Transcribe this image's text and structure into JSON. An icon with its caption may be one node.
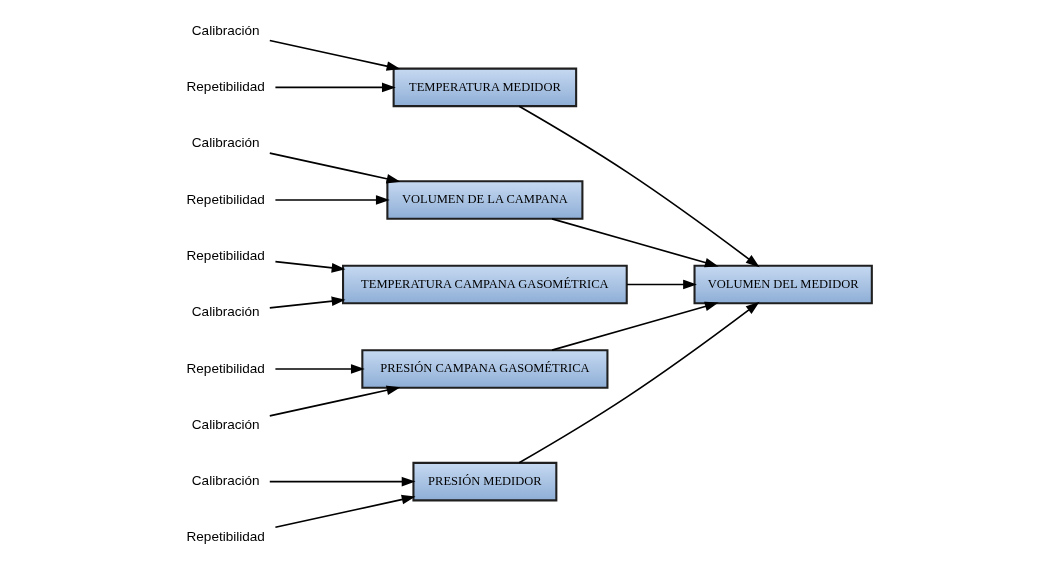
{
  "diagram": {
    "nodes": [
      {
        "text": [
          "PRESIÓN MEDIDOR"
        ]
      },
      {
        "text": [
          "TEMPERATURA MEDIDOR"
        ]
      },
      {
        "text": [
          "VOLUMEN DE LA CAMPANA"
        ]
      },
      {
        "text": [
          "VOLUMEN DEL MEDIDOR"
        ]
      },
      {
        "text": [
          "TEMPERATURA CAMPANA GASOMÉTRICA"
        ]
      },
      {
        "text": [
          "PRESIÓN CAMPANA GASOMÉTRICA"
        ]
      },
      {
        "text": [
          "Calibración"
        ]
      },
      {
        "text": [
          "Repetibilidad"
        ]
      },
      {
        "text": [
          "Calibración"
        ]
      },
      {
        "text": [
          "Repetibilidad"
        ]
      },
      {
        "text": [
          "Calibración"
        ]
      },
      {
        "text": [
          "Repetibilidad"
        ]
      },
      {
        "text": [
          "Repetibilidad"
        ]
      },
      {
        "text": [
          "Calibración"
        ]
      },
      {
        "text": [
          "Repetibilidad"
        ]
      },
      {
        "text": [
          "Calibración"
        ]
      }
    ],
    "edges": [
      {
        "from": 0,
        "to": 3,
        "arrow": "to"
      },
      {
        "from": 1,
        "to": 3,
        "arrow": "to"
      },
      {
        "from": 2,
        "to": 3,
        "arrow": "to"
      },
      {
        "from": 4,
        "to": 3,
        "arrow": "to"
      },
      {
        "from": 5,
        "to": 3,
        "arrow": "to"
      },
      {
        "from": 6,
        "to": 0,
        "arrow": "to"
      },
      {
        "from": 7,
        "to": 0,
        "arrow": "to"
      },
      {
        "from": 8,
        "to": 1,
        "arrow": "to"
      },
      {
        "from": 9,
        "to": 1,
        "arrow": "to"
      },
      {
        "from": 10,
        "to": 2,
        "arrow": "to"
      },
      {
        "from": 11,
        "to": 2,
        "arrow": "to"
      },
      {
        "from": 12,
        "to": 4,
        "arrow": "to"
      },
      {
        "from": 13,
        "to": 4,
        "arrow": "to"
      },
      {
        "from": 14,
        "to": 5,
        "arrow": "to"
      },
      {
        "from": 15,
        "to": 5,
        "arrow": "to"
      }
    ]
  }
}
